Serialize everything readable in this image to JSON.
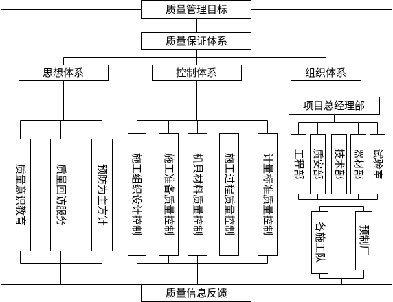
{
  "diagram": {
    "title": "质量管理目标",
    "assurance": "质量保证体系",
    "feedback": "质量信息反馈",
    "systems": {
      "thought": "思想体系",
      "control": "控制体系",
      "organization": "组织体系"
    },
    "thought_items": [
      "质量意识教育",
      "质量回访服务",
      "预防为主方针"
    ],
    "control_items": [
      "施工组织设计控制",
      "施工准备质量控制",
      "机具材料质量控制",
      "施工过程质量控制",
      "计量标准质量控制"
    ],
    "project_manager": "项目总经理部",
    "departments": [
      "工程部",
      "质安部",
      "技术部",
      "器材部",
      "试验室"
    ],
    "teams": [
      "各施工队",
      "预制厂"
    ]
  }
}
